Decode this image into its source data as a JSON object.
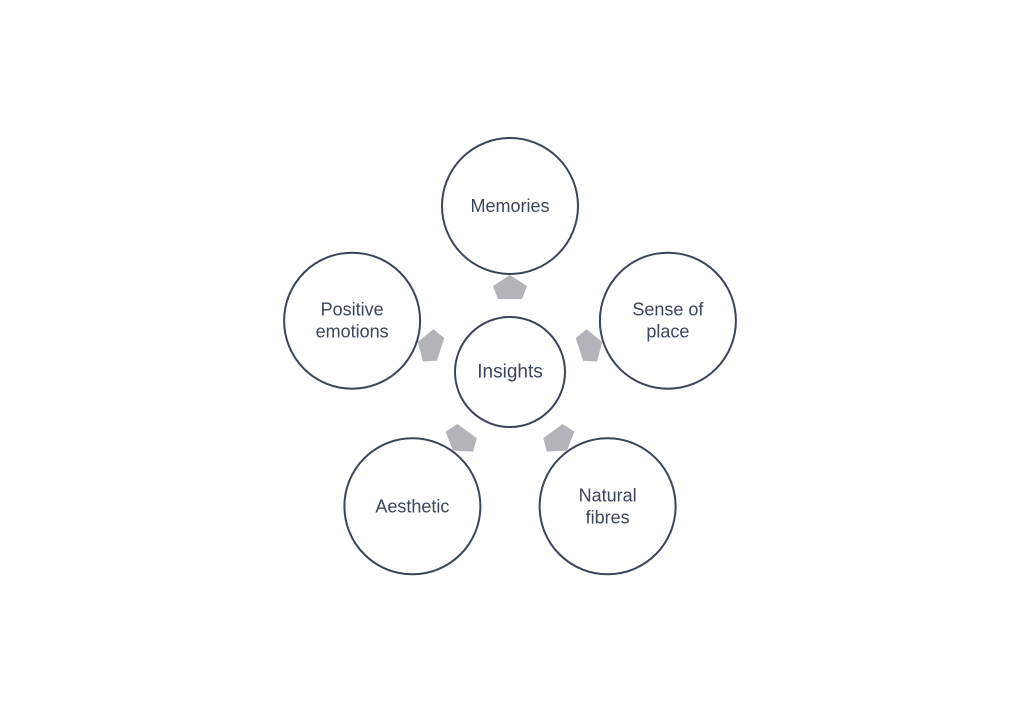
{
  "diagram": {
    "center": {
      "label": "Insights"
    },
    "nodes": [
      {
        "id": "memories",
        "lines": [
          "Memories"
        ]
      },
      {
        "id": "sense-of-place",
        "lines": [
          "Sense of",
          "place"
        ]
      },
      {
        "id": "natural-fibres",
        "lines": [
          "Natural",
          "fibres"
        ]
      },
      {
        "id": "aesthetic",
        "lines": [
          "Aesthetic"
        ]
      },
      {
        "id": "positive-emotions",
        "lines": [
          "Positive",
          "emotions"
        ]
      }
    ]
  },
  "colors": {
    "circle_stroke": "#3b4658",
    "text": "#3b4658",
    "arrow": "#b2b4b9",
    "background": "#ffffff"
  }
}
